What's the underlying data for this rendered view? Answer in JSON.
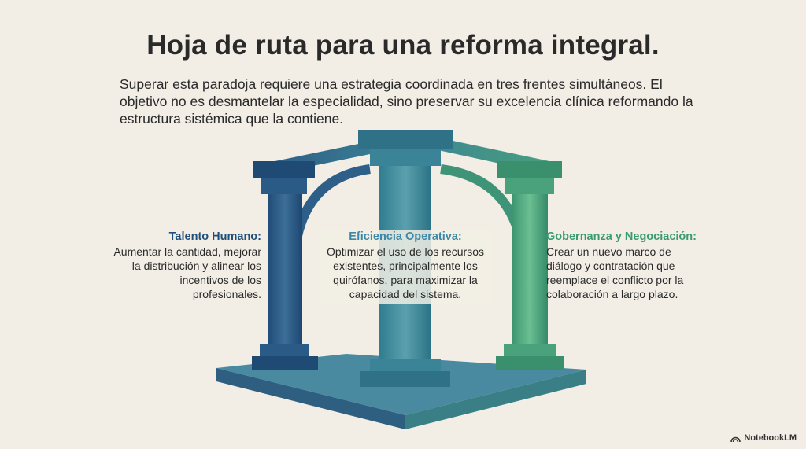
{
  "title": "Hoja de ruta para una reforma integral.",
  "intro": "Superar esta paradoja requiere una estrategia coordinada en tres frentes simultáneos. El objetivo no es desmantelar la especialidad, sino preservar su excelencia clínica reformando la estructura sistémica que la contiene.",
  "pillars": [
    {
      "heading": "Talento Humano:",
      "text": "Aumentar la cantidad, mejorar la distribución y alinear los incentivos de los profesionales.",
      "color": "#2c5f8a"
    },
    {
      "heading": "Eficiencia Operativa:",
      "text": "Optimizar el uso de los recursos existentes, principalmente los quirófanos, para maximizar la capacidad del sistema.",
      "color": "#3f8aa3"
    },
    {
      "heading": "Gobernanza y Negociación:",
      "text": "Crear un nuevo marco de diálogo y contratación que reemplace el conflicto por la colaboración a largo plazo.",
      "color": "#4aa57c"
    }
  ],
  "brand": {
    "label": "NotebookLM",
    "icon": "notebooklm-logo-icon"
  }
}
